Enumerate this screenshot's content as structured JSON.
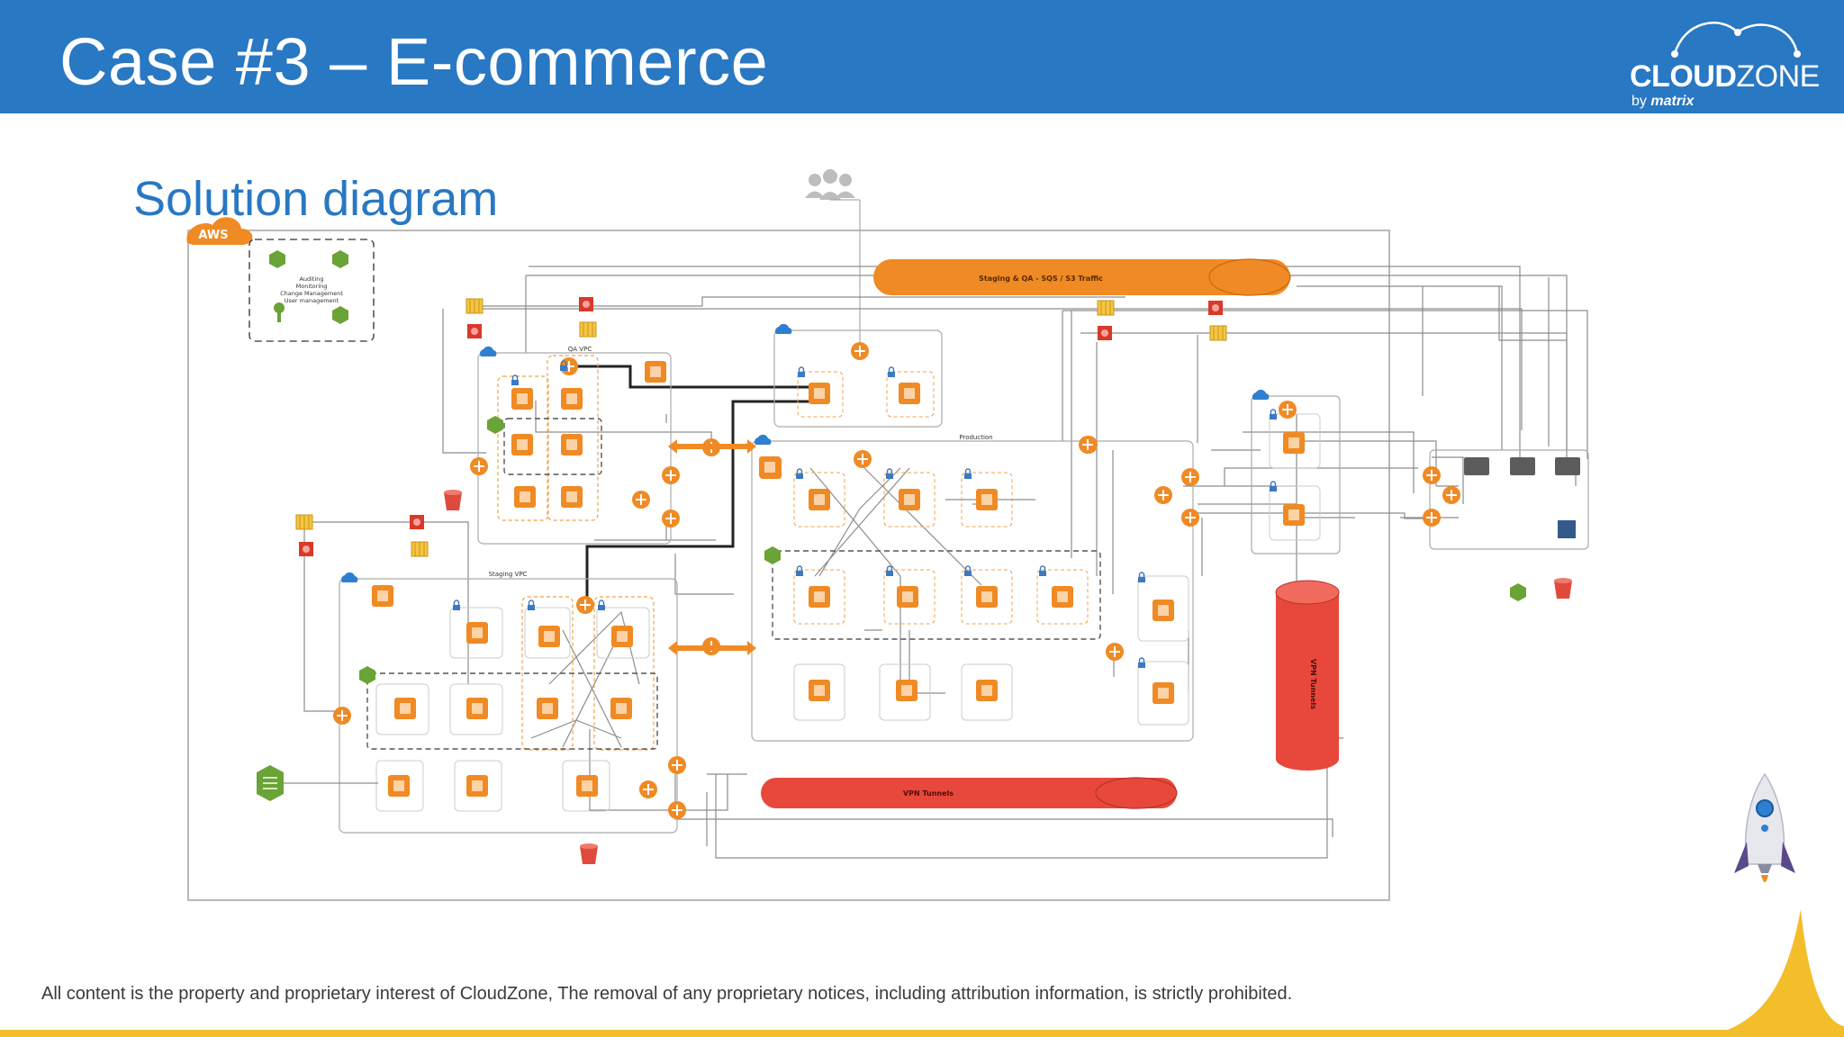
{
  "slide": {
    "title": "Case #3 – E-commerce",
    "subtitle": "Solution diagram",
    "footer": "All content is the property and proprietary interest of CloudZone, The removal of any proprietary notices, including attribution information, is strictly prohibited."
  },
  "brand": {
    "word_bold": "CLOUD",
    "word_light": "ZONE",
    "by": "by",
    "sub": "matrix"
  },
  "diagram": {
    "cloud_badge": "AWS",
    "staging_pipe": "Staging & QA - SQS / S3 Traffic",
    "vpn_pipe": "VPN Tunnels",
    "vpn_cylinder": "VPN Tunnels",
    "qa_vpc": "QA VPC",
    "staging_vpc": "Staging VPC",
    "production": "Production",
    "management": [
      "Auditing",
      "Monitoring",
      "Change Management",
      "User management"
    ]
  },
  "colors": {
    "header": "#2878c3",
    "accent_orange": "#f08a24",
    "accent_red": "#e8483b",
    "footer_bar": "#f2be2a"
  }
}
